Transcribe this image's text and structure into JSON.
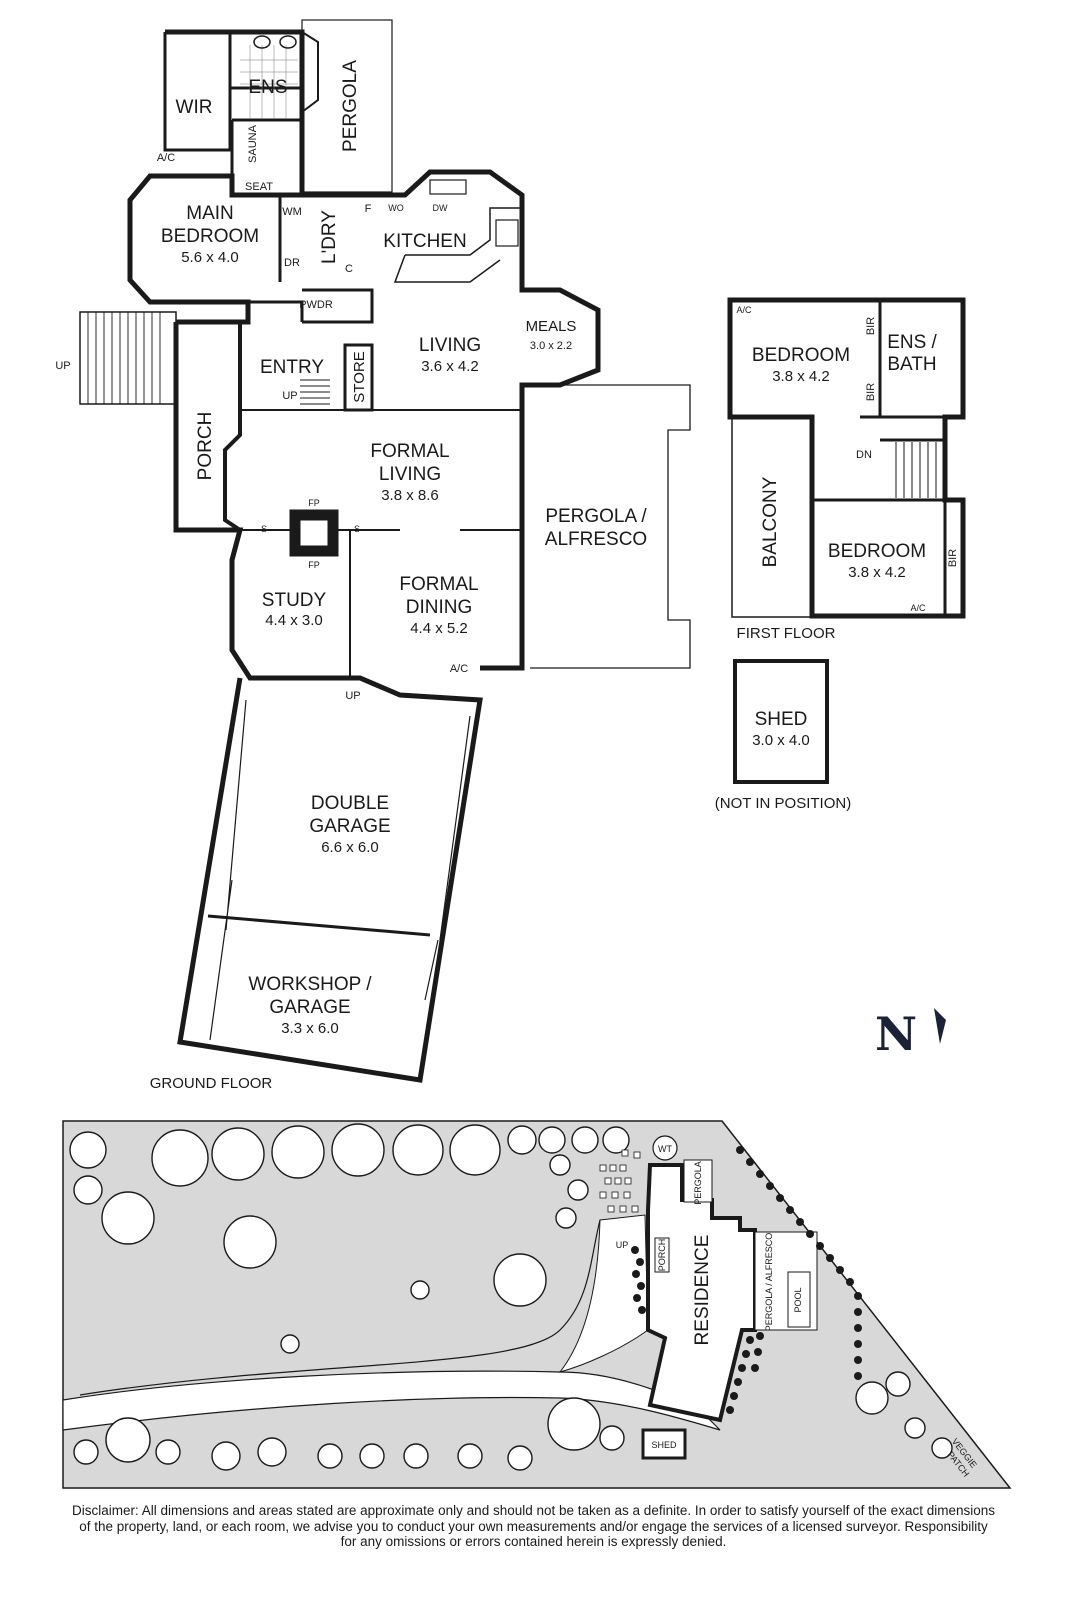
{
  "ground_floor": {
    "caption": "GROUND FLOOR",
    "rooms": {
      "main_bedroom": {
        "name1": "MAIN",
        "name2": "BEDROOM",
        "size": "5.6 x 4.0"
      },
      "wir": "WIR",
      "ens": "ENS",
      "pergola": "PERGOLA",
      "sauna": "SAUNA",
      "seat": "SEAT",
      "ac": "A/C",
      "kitchen": "KITCHEN",
      "laundry": "L'DRY",
      "wm": "WM",
      "dr": "DR",
      "c": "C",
      "f": "F",
      "wo": "WO",
      "dw": "DW",
      "pwdr": "PWDR",
      "living": {
        "name": "LIVING",
        "size": "3.6 x 4.2"
      },
      "meals": {
        "name": "MEALS",
        "size": "3.0 x 2.2"
      },
      "entry": "ENTRY",
      "store": "STORE",
      "porch": "PORCH",
      "up": "UP",
      "formal_living": {
        "name1": "FORMAL",
        "name2": "LIVING",
        "size": "3.8 x 8.6"
      },
      "fp": "FP",
      "s": "S",
      "pergola_alfresco": {
        "name1": "PERGOLA /",
        "name2": "ALFRESCO"
      },
      "study": {
        "name": "STUDY",
        "size": "4.4 x 3.0"
      },
      "formal_dining": {
        "name1": "FORMAL",
        "name2": "DINING",
        "size": "4.4 x 5.2"
      },
      "double_garage": {
        "name1": "DOUBLE",
        "name2": "GARAGE",
        "size": "6.6 x 6.0"
      },
      "workshop": {
        "name1": "WORKSHOP /",
        "name2": "GARAGE",
        "size": "3.3 x 6.0"
      }
    }
  },
  "first_floor": {
    "caption": "FIRST FLOOR",
    "rooms": {
      "bedroom1": {
        "name": "BEDROOM",
        "size": "3.8 x 4.2"
      },
      "ens_bath": {
        "name1": "ENS /",
        "name2": "BATH"
      },
      "bir": "BIR",
      "dn": "DN",
      "balcony": "BALCONY",
      "bedroom2": {
        "name": "BEDROOM",
        "size": "3.8 x 4.2"
      },
      "ac": "A/C"
    }
  },
  "shed": {
    "name": "SHED",
    "size": "3.0 x 4.0",
    "note": "(NOT IN POSITION)"
  },
  "north": "N",
  "site": {
    "residence": "RESIDENCE",
    "pergola": "PERGOLA",
    "porch": "PORCH",
    "up": "UP",
    "pergola_alfresco": "PERGOLA / ALFRESCO",
    "pool": "POOL",
    "shed": "SHED",
    "wt": "WT",
    "veggie_patch1": "VEGGIE",
    "veggie_patch2": "PATCH"
  },
  "disclaimer": [
    "Disclaimer: All dimensions and areas stated are approximate only and should not be taken as a definite. In order to satisfy yourself of the exact dimensions",
    "of the property, land, or each room, we advise you to conduct your own measurements and/or engage the services of a licensed surveyor. Responsibility",
    "for any omissions or errors contained herein is expressly denied."
  ]
}
